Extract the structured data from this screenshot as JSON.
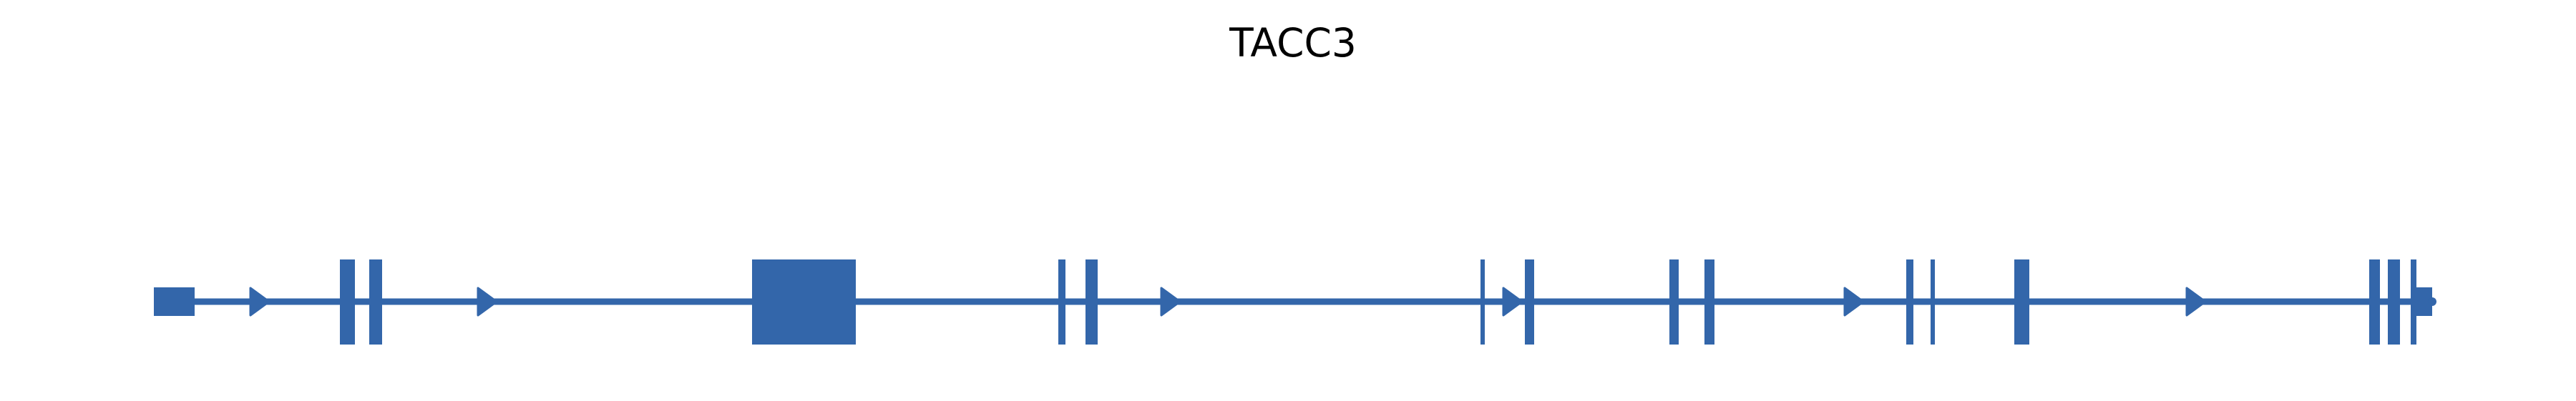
{
  "title": "TACC3",
  "colors": {
    "feature": "#3366aa"
  },
  "gene_model": {
    "strand": "+",
    "exon_count": 16,
    "features": [
      "5-utr",
      "exon",
      "exon",
      "exon",
      "exon",
      "exon",
      "exon",
      "exon",
      "exon",
      "exon",
      "exon",
      "exon",
      "exon",
      "exon",
      "exon",
      "exon",
      "3-utr"
    ]
  }
}
